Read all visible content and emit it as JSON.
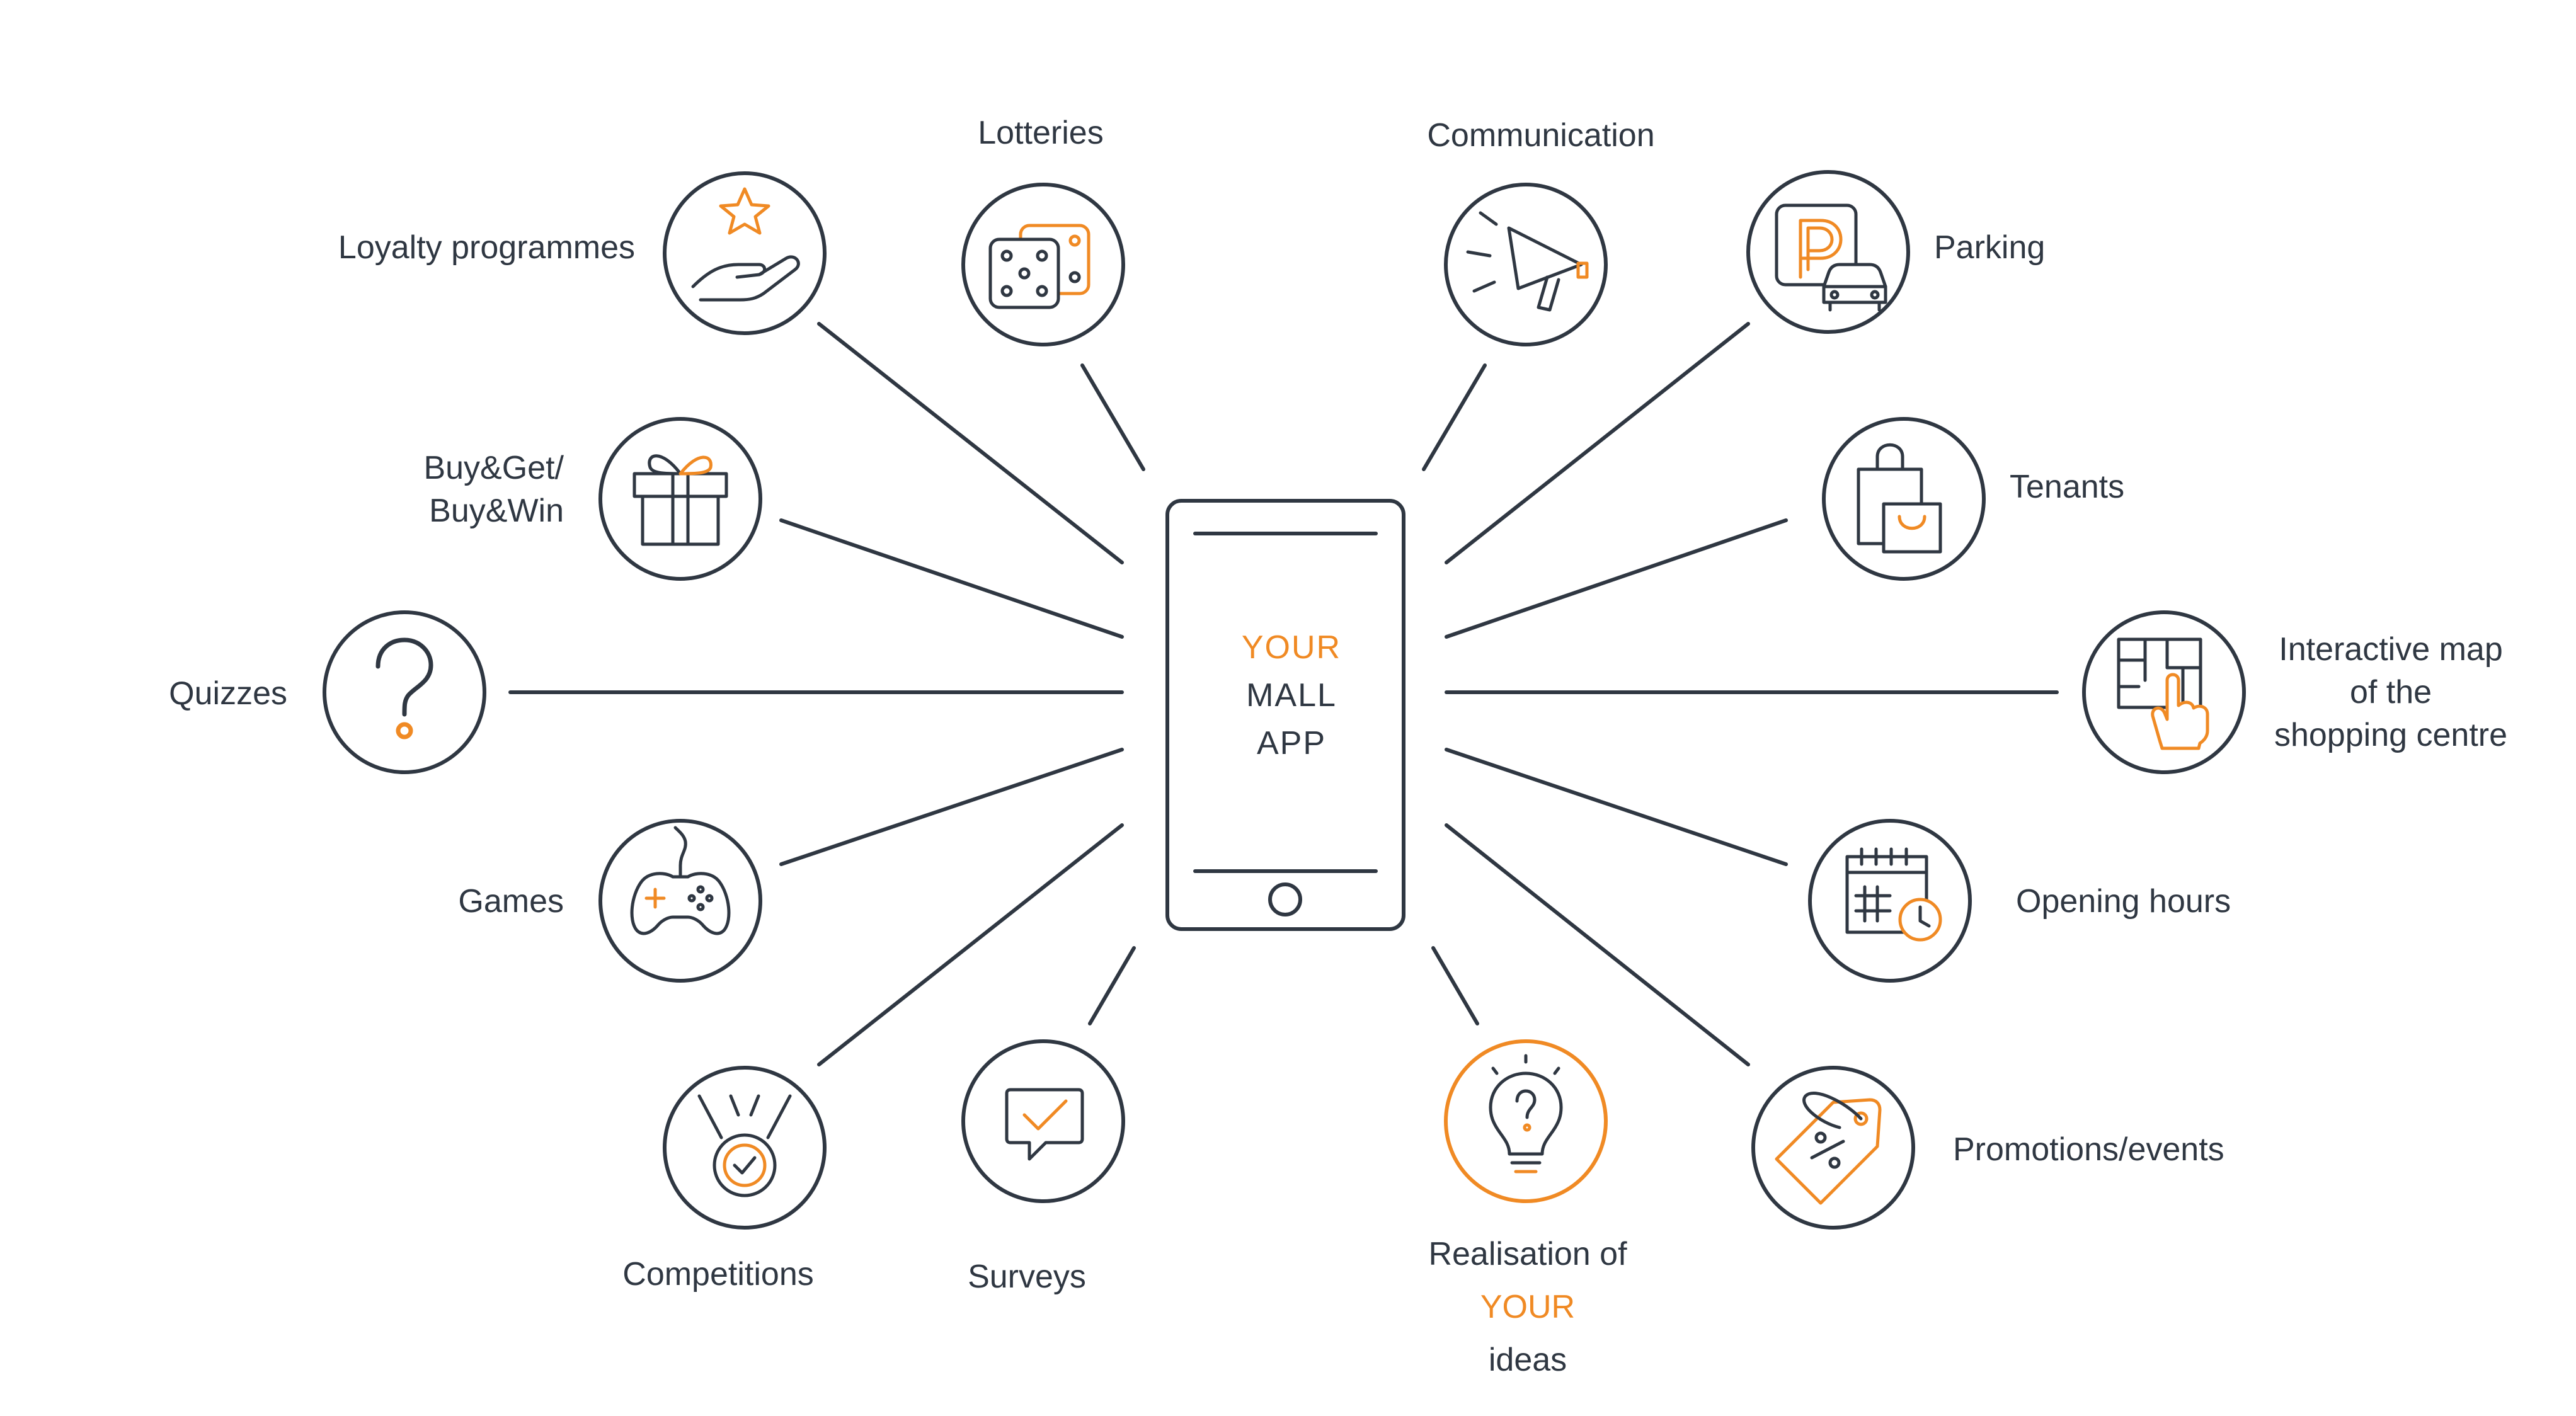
{
  "colors": {
    "dark": "#2f3742",
    "accent": "#f08a24",
    "background": "#ffffff"
  },
  "center": {
    "line1": "YOUR",
    "line2": "MALL",
    "line3": "APP"
  },
  "features": {
    "loyalty": {
      "label": "Loyalty programmes",
      "icon": "star-hand-icon"
    },
    "lotteries": {
      "label": "Lotteries",
      "icon": "dice-icon"
    },
    "communication": {
      "label": "Communication",
      "icon": "megaphone-icon"
    },
    "parking": {
      "label": "Parking",
      "icon": "parking-car-icon"
    },
    "buyget": {
      "label_line1": "Buy&Get/",
      "label_line2": "Buy&Win",
      "icon": "gift-icon"
    },
    "tenants": {
      "label": "Tenants",
      "icon": "shopping-bags-icon"
    },
    "quizzes": {
      "label": "Quizzes",
      "icon": "question-mark-icon"
    },
    "map": {
      "label_line1": "Interactive map",
      "label_line2": "of the",
      "label_line3": "shopping centre",
      "icon": "map-pointer-icon"
    },
    "games": {
      "label": "Games",
      "icon": "gamepad-icon"
    },
    "hours": {
      "label": "Opening hours",
      "icon": "calendar-clock-icon"
    },
    "competitions": {
      "label": "Competitions",
      "icon": "medal-icon"
    },
    "surveys": {
      "label": "Surveys",
      "icon": "chat-check-icon"
    },
    "ideas": {
      "label_line1": "Realisation of",
      "label_line2": "YOUR",
      "label_line3": "ideas",
      "icon": "lightbulb-icon"
    },
    "promotions": {
      "label": "Promotions/events",
      "icon": "price-tag-icon"
    }
  }
}
